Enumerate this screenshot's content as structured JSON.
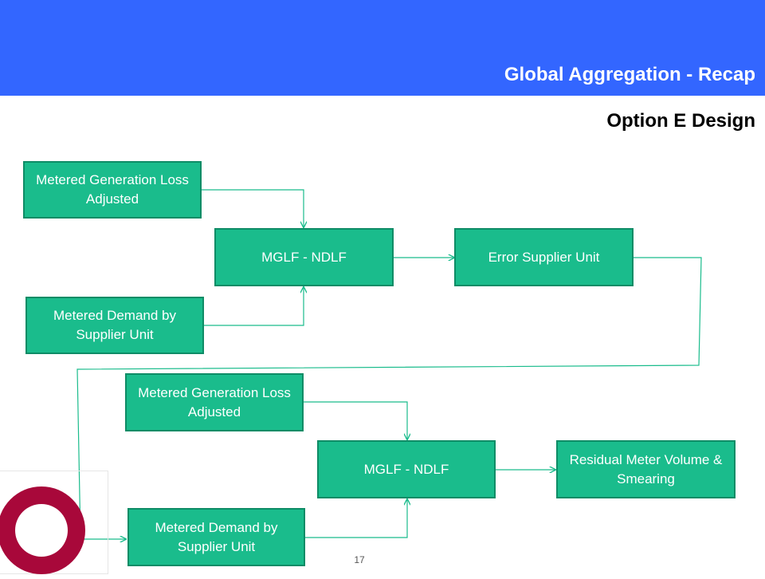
{
  "slide": {
    "title": "Global Aggregation - Recap",
    "subtitle": "Option E Design",
    "page_number": "17"
  },
  "diagram": {
    "boxes": {
      "top_gen_loss": "Metered Generation Loss Adjusted",
      "top_mglf_ndlf": "MGLF - NDLF",
      "top_error_supplier": "Error Supplier Unit",
      "top_demand": "Metered Demand by Supplier Unit",
      "bottom_gen_loss": "Metered Generation Loss Adjusted",
      "bottom_mglf_ndlf": "MGLF - NDLF",
      "bottom_residual": "Residual Meter Volume & Smearing",
      "bottom_demand": "Metered Demand by Supplier Unit"
    },
    "colors": {
      "header": "#3366ff",
      "box_fill": "#1abc8c",
      "connector": "#1abc8c",
      "logo": "#a8083a"
    }
  }
}
